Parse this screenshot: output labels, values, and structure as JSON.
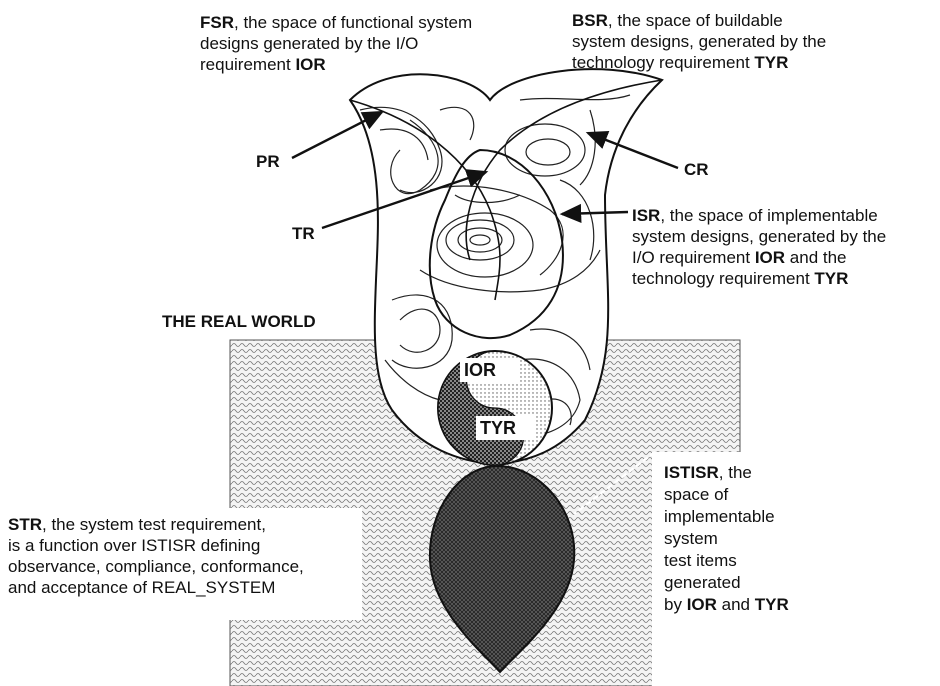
{
  "fsr": {
    "abbr": "FSR",
    "text": ", the space of functional system",
    "line2": "designs generated by the I/O",
    "line3_pre": "requirement ",
    "line3_bold": "IOR"
  },
  "bsr": {
    "abbr": "BSR",
    "text": ", the space of buildable",
    "line2": "system designs, generated by the",
    "line3_pre": "technology requirement ",
    "line3_bold": "TYR"
  },
  "isr": {
    "abbr": "ISR",
    "text": ", the space of implementable",
    "line2": "system designs, generated by the",
    "line3_pre": "I/O requirement ",
    "line3_bold": "IOR",
    "line3_post": " and the",
    "line4_pre": "technology requirement ",
    "line4_bold": "TYR"
  },
  "labels": {
    "pr": "PR",
    "cr": "CR",
    "tr": "TR",
    "real_world": "THE REAL WORLD",
    "ior": "IOR",
    "tyr": "TYR"
  },
  "str": {
    "abbr": "STR",
    "text": ", the system test requirement,",
    "line2": "is a function over ISTISR defining",
    "line3": "observance, compliance, conformance,",
    "line4": "and acceptance of REAL_SYSTEM"
  },
  "istisr": {
    "abbr": "ISTISR",
    "text": ", the",
    "line2": "space of",
    "line3": "implementable",
    "line4": "system",
    "line5": "test items",
    "line6": "generated",
    "line7_pre": "by ",
    "line7_b1": "IOR",
    "line7_mid": " and ",
    "line7_b2": "TYR"
  },
  "colors": {
    "ink": "#111111",
    "world_fill": "#e4e4e4",
    "dark_drop": "#2a2a2a",
    "arrow_light": "#ffffff"
  }
}
